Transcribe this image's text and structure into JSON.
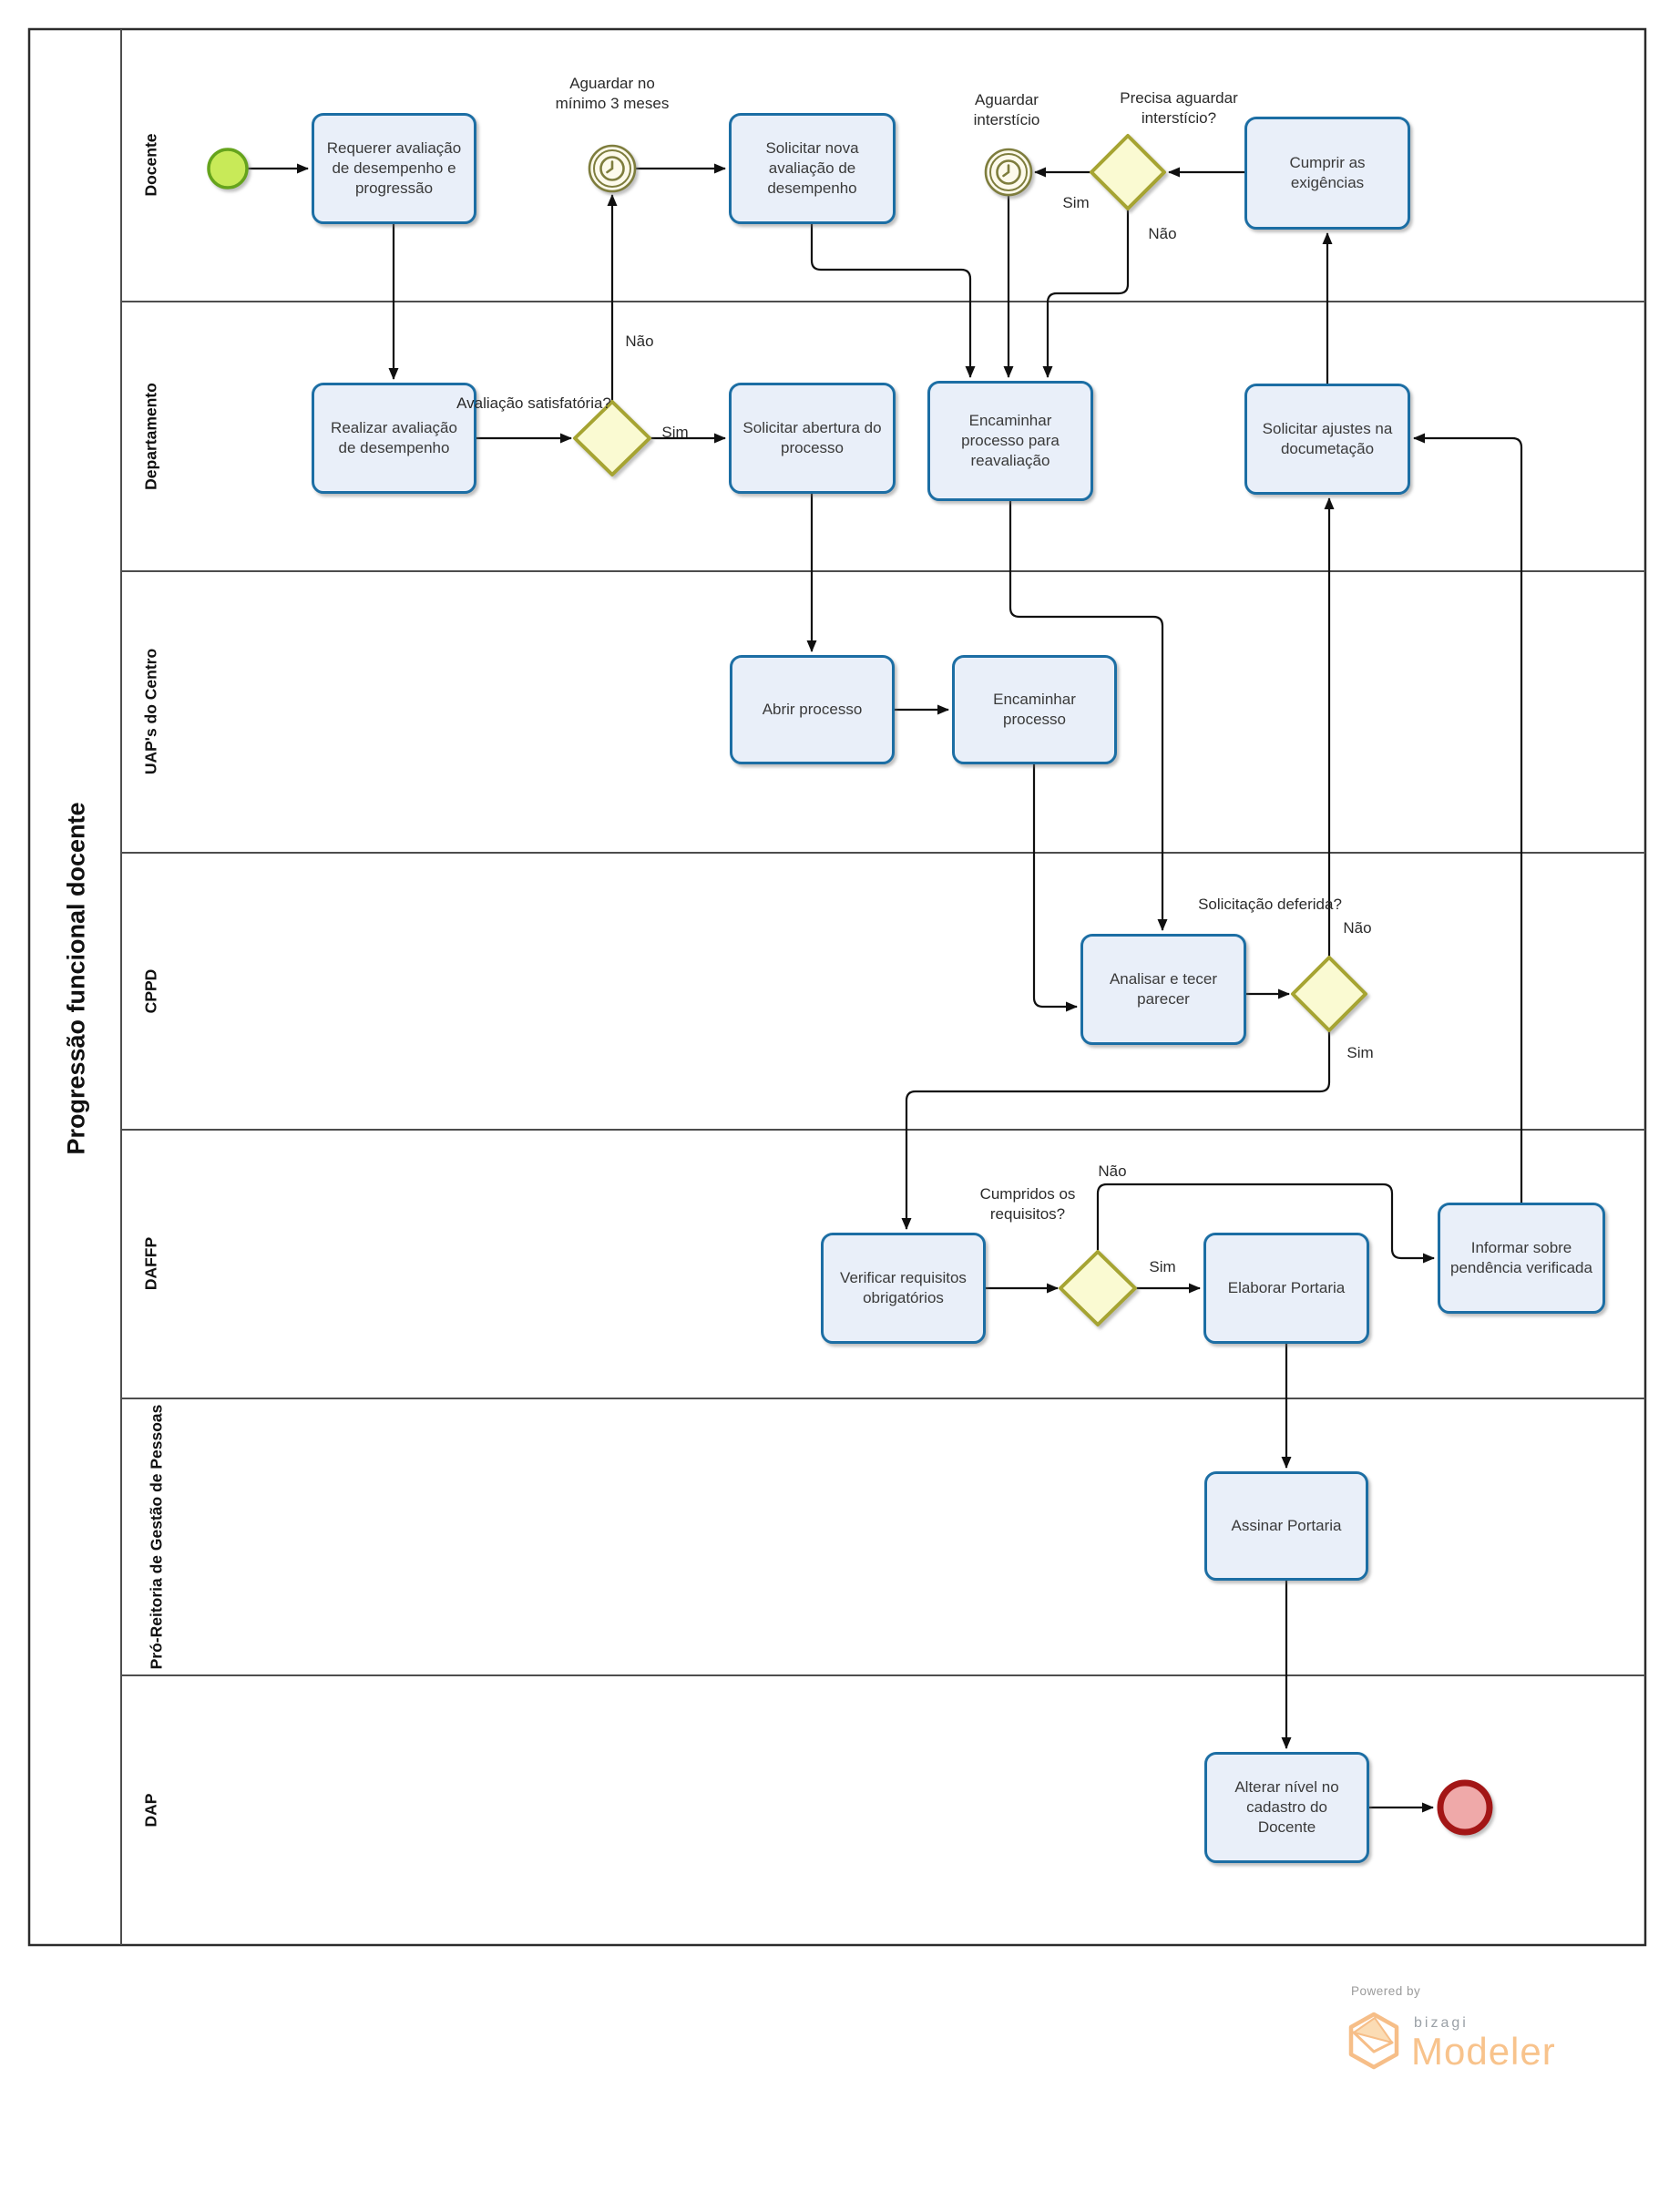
{
  "diagram": {
    "title": "Progressão funcional docente"
  },
  "lanes": [
    {
      "label": "Docente"
    },
    {
      "label": "Departamento"
    },
    {
      "label": "UAP's do Centro"
    },
    {
      "label": "CPPD"
    },
    {
      "label": "DAFFP"
    },
    {
      "label": "Pró-Reitoria de Gestão de Pessoas"
    },
    {
      "label": "DAP"
    }
  ],
  "tasks": {
    "requerer": {
      "label": "Requerer avaliação de desempenho e progressão"
    },
    "solicitar_nova": {
      "label": "Solicitar nova avaliação de desempenho"
    },
    "cumprir": {
      "label": "Cumprir as exigências"
    },
    "realizar": {
      "label": "Realizar avaliação de desempenho"
    },
    "abertura": {
      "label": "Solicitar abertura do processo"
    },
    "reavaliacao": {
      "label": "Encaminhar processo para reavaliação"
    },
    "ajustes": {
      "label": "Solicitar ajustes na documetação"
    },
    "abrir": {
      "label": "Abrir processo"
    },
    "encaminhar": {
      "label": "Encaminhar processo"
    },
    "analisar": {
      "label": "Analisar e tecer parecer"
    },
    "verificar": {
      "label": "Verificar requisitos obrigatórios"
    },
    "elaborar": {
      "label": "Elaborar Portaria"
    },
    "informar": {
      "label": "Informar sobre pendência verificada"
    },
    "assinar": {
      "label": "Assinar Portaria"
    },
    "alterar": {
      "label": "Alterar nível no cadastro do Docente"
    }
  },
  "events": {
    "timer_minimo": {
      "label": "Aguardar no mínimo 3 meses"
    },
    "timer_intersticio": {
      "label": "Aguardar interstício"
    }
  },
  "gateways": {
    "avaliacao": {
      "question": "Avaliação satisfatória?",
      "yes": "Sim",
      "no": "Não"
    },
    "intersticio": {
      "question": "Precisa aguardar interstício?",
      "yes": "Sim",
      "no": "Não"
    },
    "deferida": {
      "question": "Solicitação deferida?",
      "yes": "Sim",
      "no": "Não"
    },
    "cumpridos": {
      "question": "Cumpridos os requisitos?",
      "yes": "Sim",
      "no": "Não"
    }
  },
  "branding": {
    "powered_by": "Powered by",
    "brand": "bizagi",
    "product": "Modeler"
  },
  "colors": {
    "task_fill": "#E9EFF9",
    "task_border": "#1C6EA4",
    "gateway_fill": "#FAFAD2",
    "gateway_border": "#A6A433",
    "timer_border": "#7E7D3D",
    "timer_fill": "#FDFAEB",
    "start_fill": "#C8EA59",
    "start_border": "#66A41F",
    "end_fill": "#EFA9A9",
    "end_border": "#A31515",
    "brand_orange": "#F8C38C",
    "line": "#101010"
  }
}
